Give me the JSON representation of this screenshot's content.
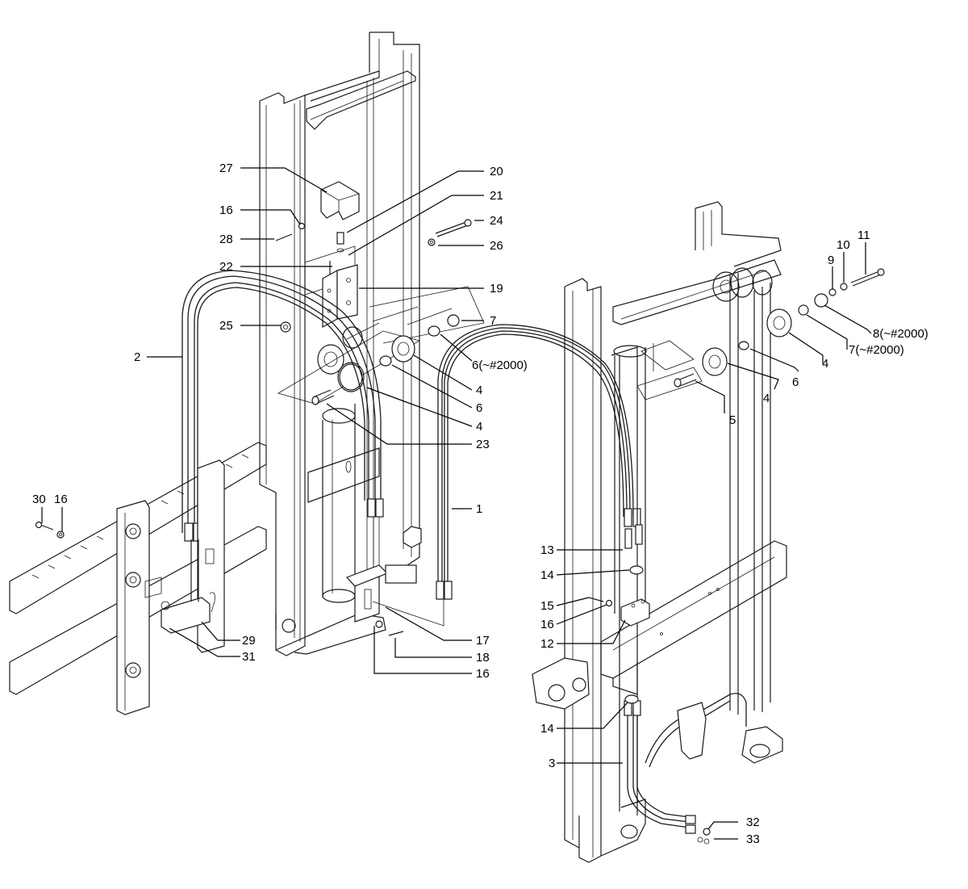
{
  "diagram": {
    "callouts": {
      "c1": "1",
      "c2": "2",
      "c3": "3",
      "c4a": "4",
      "c4b": "4",
      "c4c": "4",
      "c4d": "4",
      "c5": "5",
      "c6a": "6",
      "c6b": "6",
      "c6c": "6(~#2000)",
      "c7a": "7",
      "c7b": "7(~#2000)",
      "c8": "8(~#2000)",
      "c9": "9",
      "c10": "10",
      "c11": "11",
      "c12": "12",
      "c13": "13",
      "c14a": "14",
      "c14b": "14",
      "c15": "15",
      "c16a": "16",
      "c16b": "16",
      "c16c": "16",
      "c16d": "16",
      "c17": "17",
      "c18": "18",
      "c19": "19",
      "c20": "20",
      "c21": "21",
      "c22": "22",
      "c23": "23",
      "c24": "24",
      "c25": "25",
      "c26": "26",
      "c27": "27",
      "c28": "28",
      "c29": "29",
      "c30": "30",
      "c31": "31",
      "c32": "32",
      "c33": "33"
    }
  }
}
